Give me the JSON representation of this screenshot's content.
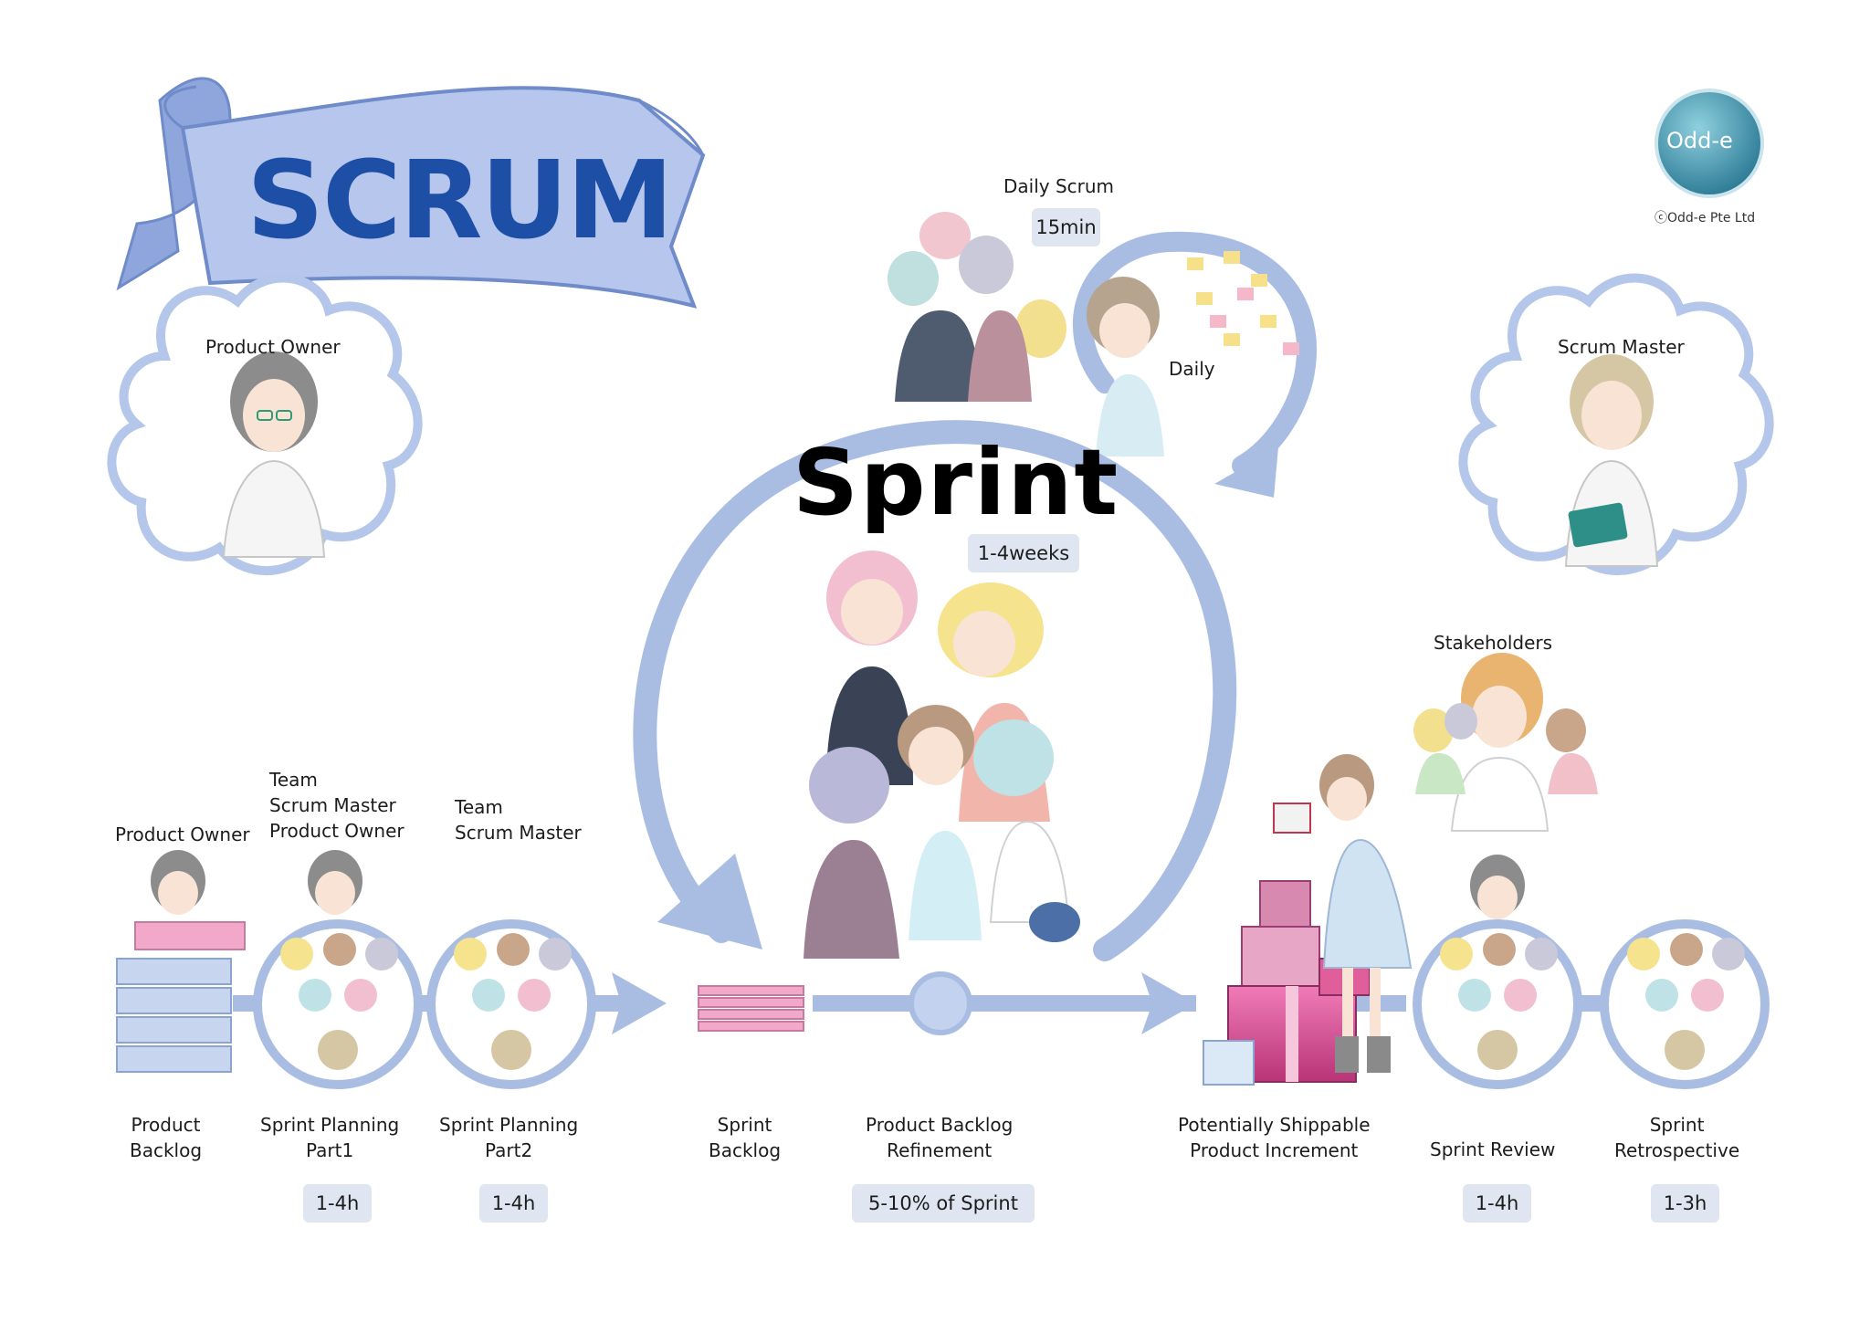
{
  "banner": {
    "title": "SCRUM"
  },
  "logo": {
    "name": "Odd-e",
    "credit": "Odd-e Pte Ltd"
  },
  "roles": {
    "product_owner": "Product Owner",
    "scrum_master": "Scrum Master",
    "stakeholders": "Stakeholders"
  },
  "daily_scrum": {
    "title": "Daily Scrum",
    "duration": "15min",
    "label": "Daily"
  },
  "sprint": {
    "title": "Sprint",
    "duration": "1-4weeks"
  },
  "process": {
    "product_backlog": {
      "actor": "Product Owner",
      "label_1": "Product",
      "label_2": "Backlog"
    },
    "planning_1": {
      "actors": [
        "Team",
        "Scrum Master",
        "Product Owner"
      ],
      "label_1": "Sprint Planning",
      "label_2": "Part1",
      "duration": "1-4h"
    },
    "planning_2": {
      "actors": [
        "Team",
        "Scrum Master"
      ],
      "label_1": "Sprint Planning",
      "label_2": "Part2",
      "duration": "1-4h"
    },
    "sprint_backlog": {
      "label_1": "Sprint",
      "label_2": "Backlog"
    },
    "refinement": {
      "label_1": "Product Backlog",
      "label_2": "Refinement",
      "duration": "5-10% of Sprint"
    },
    "increment": {
      "label_1": "Potentially Shippable",
      "label_2": "Product Increment"
    },
    "review": {
      "label_1": "Sprint Review",
      "duration": "1-4h"
    },
    "retrospective": {
      "label_1": "Sprint",
      "label_2": "Retrospective",
      "duration": "1-3h"
    }
  },
  "colors": {
    "ring": "#a9bde3",
    "ring_dark": "#7f9bd2",
    "banner": "#9fb3e0",
    "banner_text": "#1e4fa6",
    "pill": "#dfe6f2",
    "backlog_pink": "#f2a9c9",
    "backlog_blue": "#c7d5ef",
    "gift_pink": "#d94a8f",
    "logo": "#3f8ea6"
  }
}
